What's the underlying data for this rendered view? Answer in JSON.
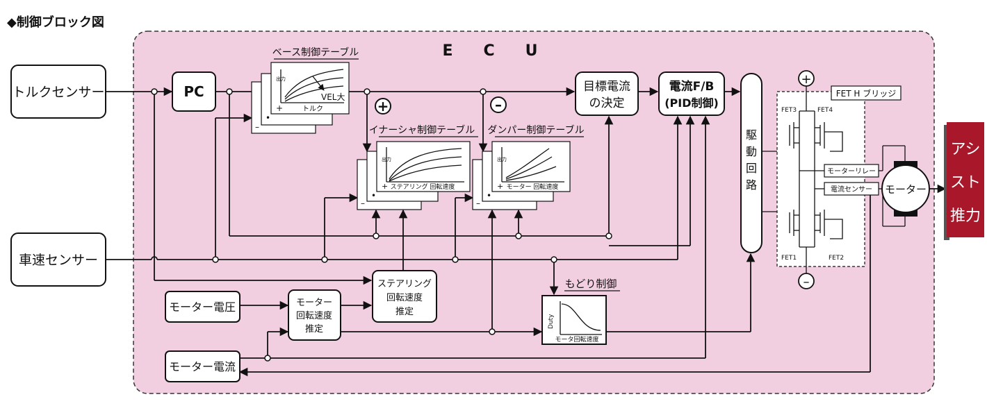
{
  "header": {
    "title": "◆制御ブロック図"
  },
  "ecu": {
    "label": "E　　C　　U",
    "bg_color": "#f2cfe0",
    "border_color": "#333333"
  },
  "blocks": {
    "torque_sensor": "トルクセンサー",
    "speed_sensor": "車速センサー",
    "pc": "PC",
    "motor_voltage": "モーター電圧",
    "motor_current": "モーター電流",
    "motor_speed_est": [
      "モーター",
      "回転速度",
      "推定"
    ],
    "steering_speed_est": [
      "ステアリング",
      "回転速度",
      "推定"
    ],
    "target_current": [
      "目標電流",
      "の決定"
    ],
    "current_fb": [
      "電流F/B",
      "(PID制御)"
    ],
    "drive_circuit": [
      "駆",
      "動",
      "回",
      "路"
    ],
    "motor": "モーター",
    "assist": [
      "アシ",
      "スト",
      "推力"
    ],
    "assist_color": "#a8182a"
  },
  "tables": {
    "base": {
      "title": "ベース制御テーブル",
      "xlabel": "トルク",
      "curve_label": "VEL大"
    },
    "inertia": {
      "title": "イナーシャ制御テーブル",
      "xlabel": "ステアリング 回転速度"
    },
    "damper": {
      "title": "ダンパー制御テーブル",
      "xlabel": "モーター 回転速度"
    },
    "return": {
      "title": "もどり制御",
      "xlabel": "モータ回転速度",
      "ylabel": "Duty"
    },
    "plus_sign": "+",
    "minus_sign": "–",
    "y_axis_char": "出力"
  },
  "bridge": {
    "title": "FET H ブリッジ",
    "fet1": "FET1",
    "fet2": "FET2",
    "fet3": "FET3",
    "fet4": "FET4",
    "motor_relay": "モーターリレー",
    "current_sensor": "電流センサー",
    "plus": "+",
    "minus": "–"
  },
  "signs": {
    "plus": "+",
    "minus": "–"
  }
}
